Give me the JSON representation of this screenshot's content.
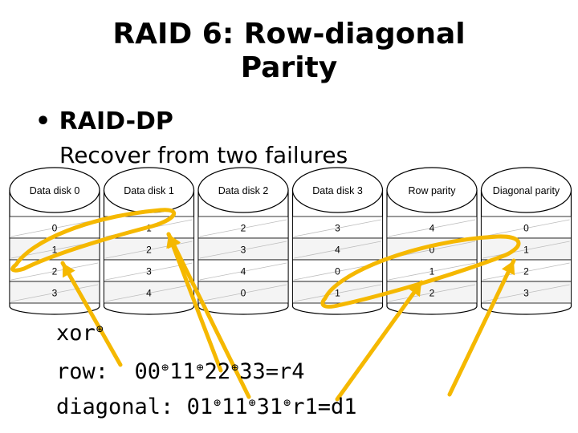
{
  "title": {
    "line1": "RAID 6: Row-diagonal",
    "line2": "Parity"
  },
  "bullet": {
    "symbol": "•",
    "heading": "RAID-DP",
    "subheading": "Recover from two failures"
  },
  "disks": [
    {
      "label": "Data disk 0",
      "cells": [
        "0",
        "1",
        "2",
        "3"
      ]
    },
    {
      "label": "Data disk 1",
      "cells": [
        "1",
        "2",
        "3",
        "4"
      ]
    },
    {
      "label": "Data disk 2",
      "cells": [
        "2",
        "3",
        "4",
        "0"
      ]
    },
    {
      "label": "Data disk 3",
      "cells": [
        "3",
        "4",
        "0",
        "1"
      ]
    },
    {
      "label": "Row parity",
      "cells": [
        "4",
        "0",
        "1",
        "2"
      ]
    },
    {
      "label": "Diagonal parity",
      "cells": [
        "0",
        "1",
        "2",
        "3"
      ]
    }
  ],
  "formulas": {
    "xor_line": {
      "prefix": "xor",
      "symbol": "⊕"
    },
    "row_line": {
      "prefix": "row:  ",
      "terms": [
        "00",
        "11",
        "22",
        "33=r4"
      ],
      "symbol": "⊕"
    },
    "diagonal_line": {
      "prefix": "diagonal: ",
      "terms": [
        "01",
        "11",
        "31",
        "r1=d1"
      ],
      "symbol": "⊕"
    }
  },
  "colors": {
    "highlight": "#f5b800",
    "disk_fill": "#ffffff",
    "disk_stroke": "#000000",
    "row_gray": "#e6e6e6"
  }
}
